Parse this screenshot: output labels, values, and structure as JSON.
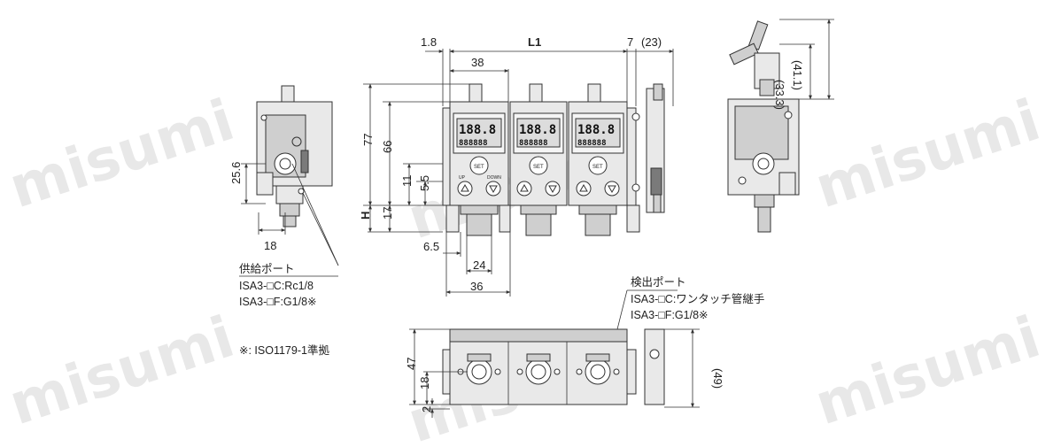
{
  "watermark": "misumi",
  "dimensions": {
    "d_1_8": "1.8",
    "L1": "L1",
    "d_7": "7",
    "d_23": "(23)",
    "d_38": "38",
    "d_77": "77",
    "d_66": "66",
    "d_11": "11",
    "d_5_5": "5.5",
    "d_17": "17",
    "H": "H",
    "d_6_5": "6.5",
    "d_24": "24",
    "d_36": "36",
    "d_25_6": "25.6",
    "d_18_left": "18",
    "d_33_3": "(33.3)",
    "d_41_1": "(41.1)",
    "d_47": "47",
    "d_18_bottom": "18",
    "d_2": "2",
    "d_49": "(49)"
  },
  "supply_port": {
    "title": "供給ポート",
    "line1": "ISA3-□C:Rc1/8",
    "line2": "ISA3-□F:G1/8※"
  },
  "detect_port": {
    "title": "検出ポート",
    "line1": "ISA3-□C:ワンタッチ管継手",
    "line2": "ISA3-□F:G1/8※"
  },
  "footnote": "※: ISO1179-1準拠",
  "lcd_main": "188.8",
  "lcd_sub": "888888",
  "buttons": {
    "set": "SET",
    "up": "UP",
    "down": "DOWN"
  }
}
